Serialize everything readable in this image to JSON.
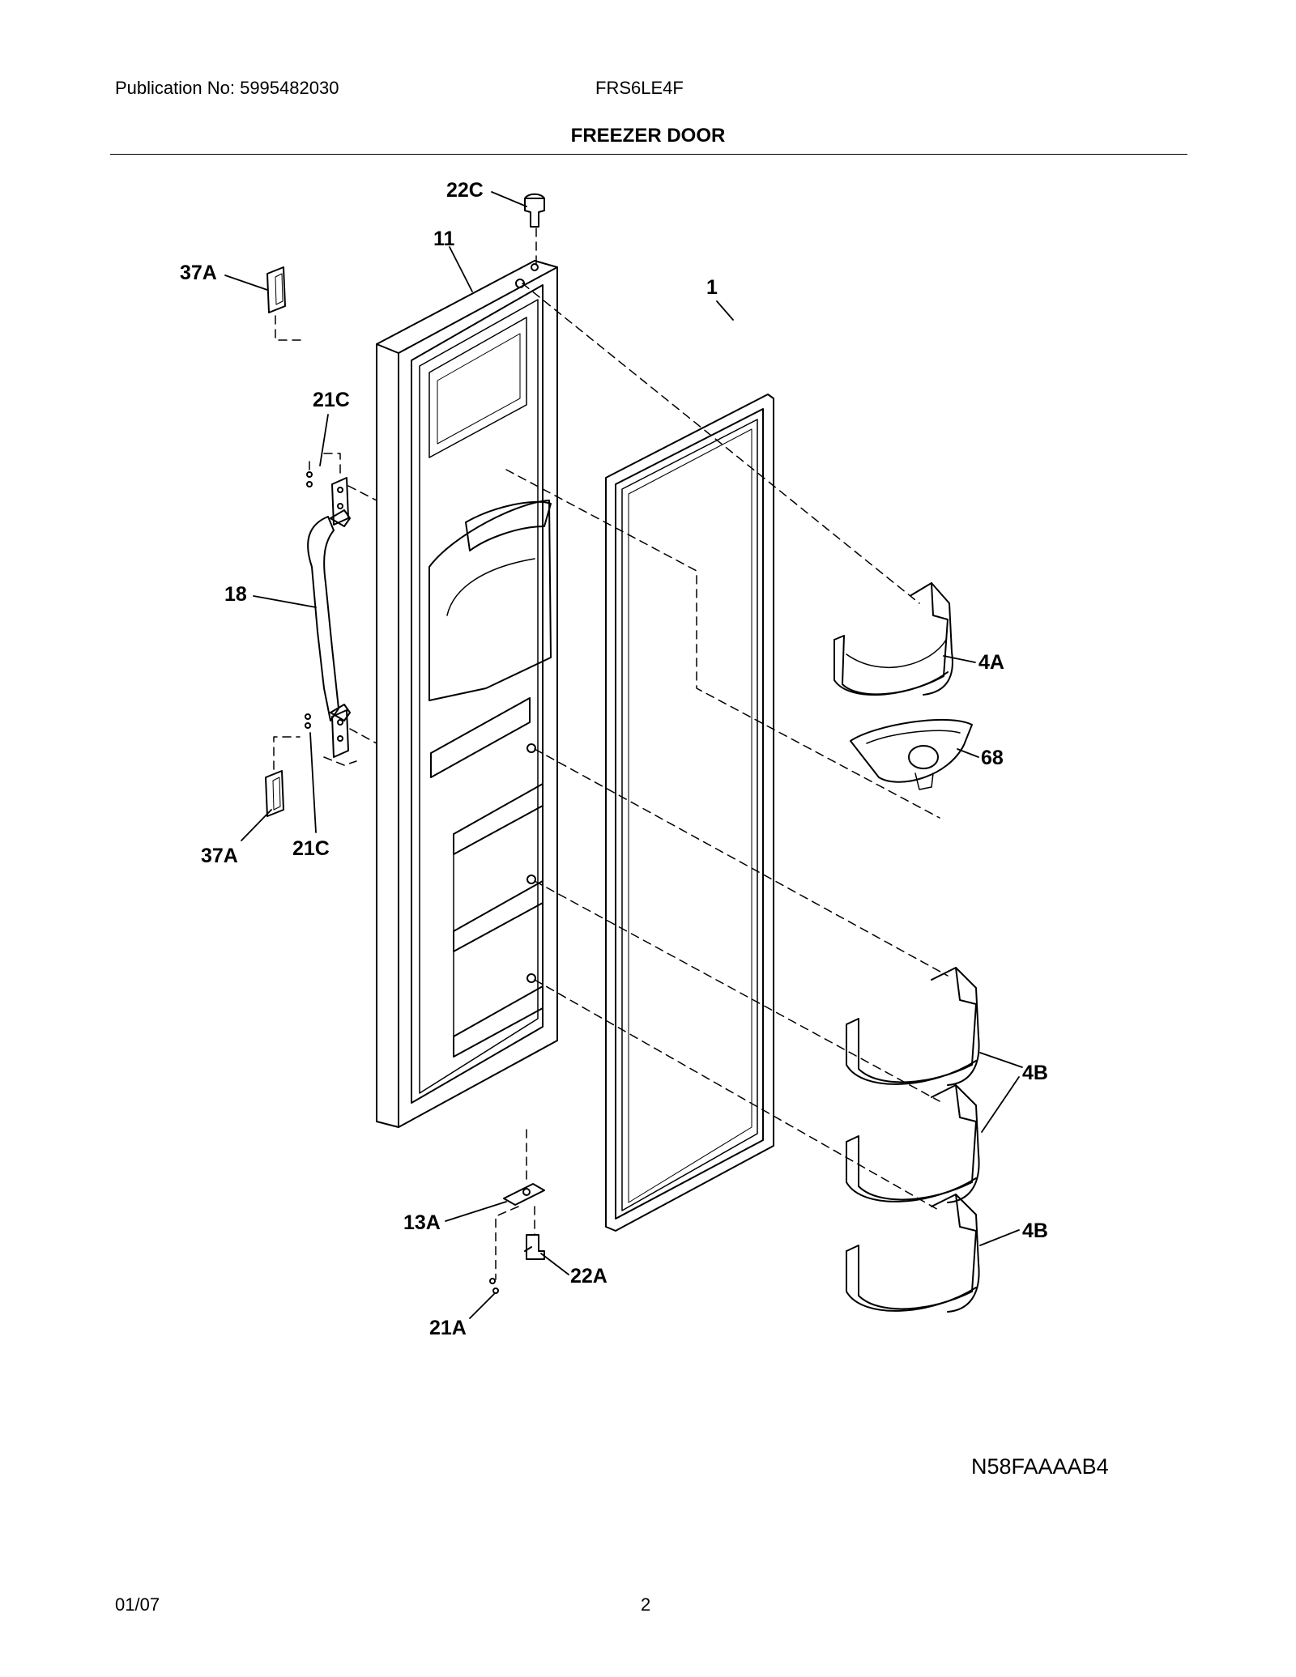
{
  "header": {
    "publication": "Publication No: 5995482030",
    "model": "FRS6LE4F",
    "section_title": "FREEZER DOOR"
  },
  "callouts": {
    "c22C": "22C",
    "c11": "11",
    "c37A_top": "37A",
    "c21C_top": "21C",
    "c1": "1",
    "c18": "18",
    "c4A": "4A",
    "c68": "68",
    "c37A_bottom": "37A",
    "c21C_bottom": "21C",
    "c4B_top": "4B",
    "c13A": "13A",
    "c22A": "22A",
    "c4B_bottom": "4B",
    "c21A": "21A"
  },
  "footer": {
    "drawing_code": "N58FAAAAB4",
    "date": "01/07",
    "page_number": "2"
  }
}
